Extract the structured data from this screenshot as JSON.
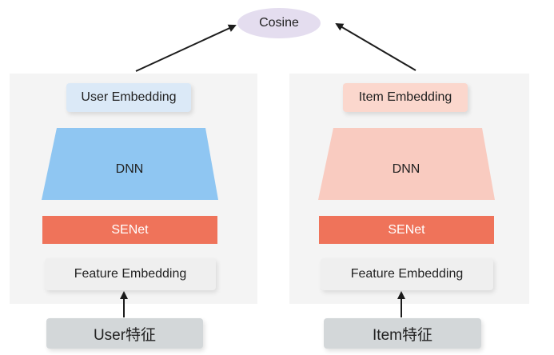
{
  "top": {
    "cosine_label": "Cosine"
  },
  "user_tower": {
    "embedding_label": "User Embedding",
    "dnn_label": "DNN",
    "senet_label": "SENet",
    "feature_label": "Feature Embedding",
    "input_label": "User特征"
  },
  "item_tower": {
    "embedding_label": "Item Embedding",
    "dnn_label": "DNN",
    "senet_label": "SENet",
    "feature_label": "Feature Embedding",
    "input_label": "Item特征"
  },
  "colors": {
    "cosine_fill": "#e4ddef",
    "user_embedding_fill": "#dbe9f7",
    "user_dnn_fill": "#8fc6f2",
    "item_embedding_fill": "#fbd7cd",
    "item_dnn_fill": "#f9cbc0",
    "senet_fill": "#ef735a",
    "panel_fill": "#f4f4f4",
    "input_fill": "#d3d7d9",
    "arrow": "#1c1c1c"
  }
}
